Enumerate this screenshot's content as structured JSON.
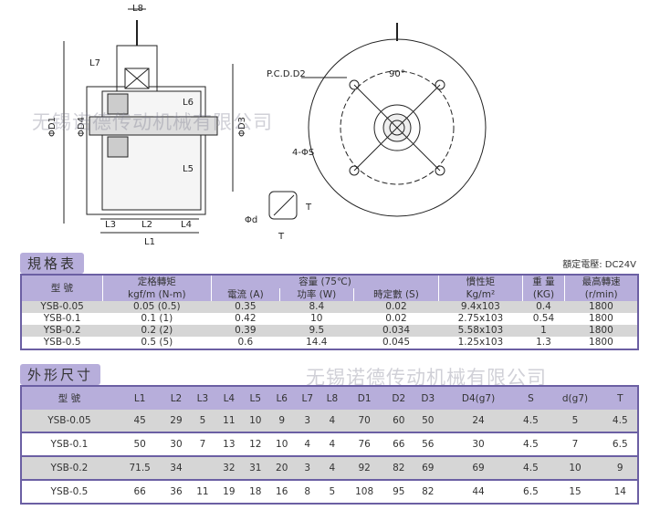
{
  "drawing": {
    "labels": {
      "l8": "L8",
      "l7": "L7",
      "d1": "ΦD1",
      "d4": "ΦD4",
      "l6": "L6",
      "d3": "ΦD3",
      "l5": "L5",
      "l3": "L3",
      "l2": "L2",
      "l4": "L4",
      "l1": "L1",
      "pcd": "P.C.D.D2",
      "angle": "90°",
      "holes": "4-ΦS",
      "shaft_d": "Φd",
      "t": "T"
    }
  },
  "watermark": "无锡诺德传动机械有限公司",
  "spec": {
    "title": "規格表",
    "voltage": "額定電壓: DC24V",
    "headers": {
      "model": "型 號",
      "torque": "定格轉矩",
      "torque_unit": "kgf/m (N-m)",
      "capacity": "容量 (75℃)",
      "current": "電流 (A)",
      "power": "功率 (W)",
      "time": "時定數 (S)",
      "inertia": "慣性矩",
      "inertia_unit": "Kg/m²",
      "weight": "重 量",
      "weight_unit": "(KG)",
      "speed": "最高轉速",
      "speed_unit": "(r/min)"
    },
    "rows": [
      [
        "YSB-0.05",
        "0.05 (0.5)",
        "0.35",
        "8.4",
        "0.02",
        "9.4x103",
        "0.4",
        "1800"
      ],
      [
        "YSB-0.1",
        "0.1 (1)",
        "0.42",
        "10",
        "0.02",
        "2.75x103",
        "0.54",
        "1800"
      ],
      [
        "YSB-0.2",
        "0.2 (2)",
        "0.39",
        "9.5",
        "0.034",
        "5.58x103",
        "1",
        "1800"
      ],
      [
        "YSB-0.5",
        "0.5 (5)",
        "0.6",
        "14.4",
        "0.045",
        "1.25x103",
        "1.3",
        "1800"
      ]
    ]
  },
  "dims": {
    "title": "外形尺寸",
    "headers": [
      "型 號",
      "L1",
      "L2",
      "L3",
      "L4",
      "L5",
      "L6",
      "L7",
      "L8",
      "D1",
      "D2",
      "D3",
      "D4(g7)",
      "S",
      "d(g7)",
      "T"
    ],
    "rows": [
      [
        "YSB-0.05",
        "45",
        "29",
        "5",
        "11",
        "10",
        "9",
        "3",
        "4",
        "70",
        "60",
        "50",
        "24",
        "4.5",
        "5",
        "4.5"
      ],
      [
        "YSB-0.1",
        "50",
        "30",
        "7",
        "13",
        "12",
        "10",
        "4",
        "4",
        "76",
        "66",
        "56",
        "30",
        "4.5",
        "7",
        "6.5"
      ],
      [
        "YSB-0.2",
        "71.5",
        "34",
        "",
        "32",
        "31",
        "20",
        "3",
        "4",
        "92",
        "82",
        "69",
        "69",
        "4.5",
        "10",
        "9"
      ],
      [
        "YSB-0.5",
        "66",
        "36",
        "11",
        "19",
        "18",
        "16",
        "8",
        "5",
        "108",
        "95",
        "82",
        "44",
        "6.5",
        "15",
        "14"
      ]
    ]
  }
}
